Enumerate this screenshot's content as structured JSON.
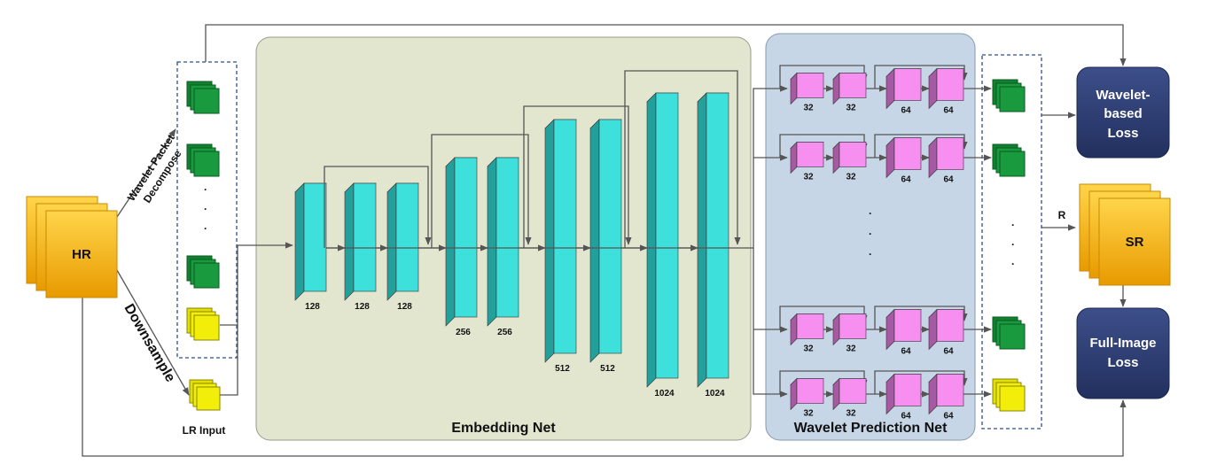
{
  "labels": {
    "hr": "HR",
    "wavelet_packet_line1": "Wavelet Packet",
    "wavelet_packet_line2": "Decompose",
    "downsample": "Downsample",
    "lr_input": "LR Input",
    "embedding_net": "Embedding Net",
    "wavelet_prediction_net": "Wavelet Prediction Net",
    "r": "R",
    "sr": "SR",
    "wavelet_loss_line1": "Wavelet-",
    "wavelet_loss_line2": "based",
    "wavelet_loss_line3": "Loss",
    "full_loss_line1": "Full-Image",
    "full_loss_line2": "Loss"
  },
  "embedding_layers": [
    "128",
    "128",
    "128",
    "256",
    "256",
    "512",
    "512",
    "1024",
    "1024"
  ],
  "prediction_rows": [
    [
      "32",
      "32",
      "64",
      "64"
    ],
    [
      "32",
      "32",
      "64",
      "64"
    ],
    [
      "32",
      "32",
      "64",
      "64"
    ],
    [
      "32",
      "32",
      "64",
      "64"
    ]
  ],
  "ellipsis": "·",
  "colors": {
    "embedding_bg": "#e2e6cf",
    "prediction_bg": "#c7d6e6",
    "cyan_front": "#3ee0db",
    "cyan_side": "#23a09c",
    "magenta_front": "#f68ff0",
    "magenta_side": "#a75aa3",
    "green": "#1a9a3e",
    "yellow": "#f2ee0a",
    "orange": "#f3b500",
    "navy": "#2e3e72"
  }
}
